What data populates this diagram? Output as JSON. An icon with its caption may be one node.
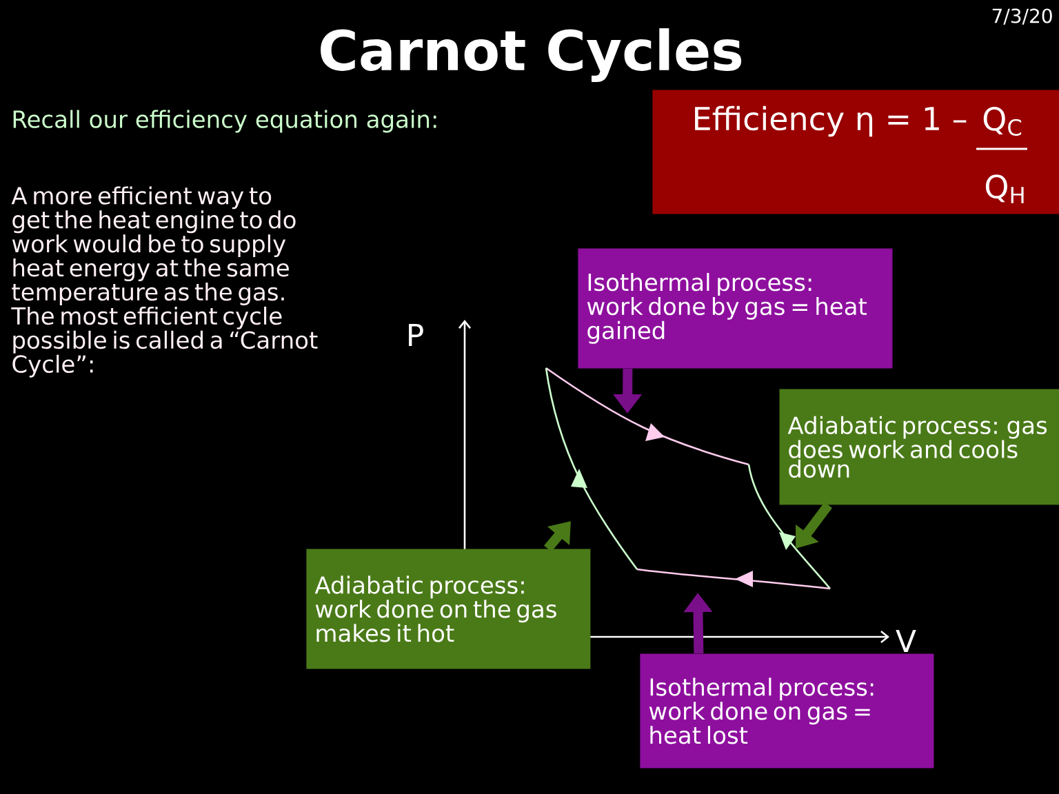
{
  "diagram": {
    "title": "Carnot Cycles",
    "nodes": [
      {
        "text": [
          "Efficiency η = 1 –",
          "Q$_{C}$",
          "Q$_{H}$"
        ]
      },
      {
        "text": [
          "Isothermal process: work done by gas = heat gained"
        ]
      },
      {
        "text": [
          "Adiabatic process: gas does work and cools down"
        ]
      },
      {
        "text": [
          "Adiabatic process: work done on the gas makes it hot"
        ]
      },
      {
        "text": [
          "Isothermal process: work done on gas = heat lost"
        ]
      }
    ],
    "edges": [
      {
        "from": 1,
        "to": null,
        "arrow": "to",
        "color": "#7a0f8a"
      },
      {
        "from": 2,
        "to": null,
        "arrow": "to",
        "color": "#4a7a18"
      },
      {
        "from": 3,
        "to": null,
        "arrow": "to",
        "color": "#4a7a18"
      },
      {
        "from": 4,
        "to": null,
        "arrow": "to",
        "color": "#7a0f8a"
      }
    ],
    "labels": [
      "7/3/20",
      "Recall our efficiency equation again:",
      "A more efficient way to get the heat engine to do work would be to supply heat energy at the same temperature as the gas.  The most efficient cycle possible is called a “Carnot Cycle”:",
      "P",
      "V"
    ]
  }
}
